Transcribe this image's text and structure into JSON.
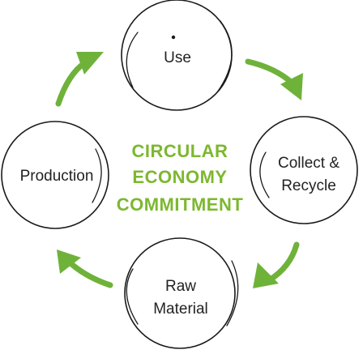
{
  "center": {
    "line1": "CIRCULAR",
    "line2": "ECONOMY",
    "line3": "COMMITMENT"
  },
  "nodes": {
    "use": "Use",
    "collect_line1": "Collect &",
    "collect_line2": "Recycle",
    "raw_line1": "Raw",
    "raw_line2": "Material",
    "production": "Production"
  },
  "colors": {
    "accent": "#7cb82f",
    "arrow": "#6fb23a",
    "outline": "#1a1a1a",
    "text": "#222222"
  },
  "icons": {
    "arrow_icon": "curved-arrow",
    "cycle": "cycle-diagram"
  }
}
